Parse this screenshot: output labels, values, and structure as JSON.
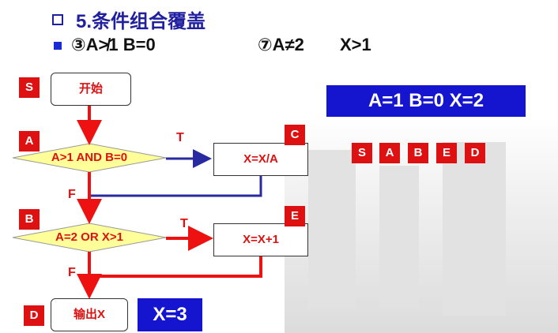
{
  "title": "5.条件组合覆盖",
  "conditions": [
    "③A≯1  B=0",
    "⑦A≠2",
    "X>1"
  ],
  "flow": {
    "start": "开始",
    "decision_a": "A>1 AND B=0",
    "process_c": "X=X/A",
    "decision_b": "A=2 OR X>1",
    "process_e": "X=X+1",
    "output": "输出X",
    "true_label": "T",
    "false_label": "F"
  },
  "tags": {
    "s": "S",
    "a": "A",
    "b": "B",
    "c": "C",
    "d": "D",
    "e": "E"
  },
  "result": "X=3",
  "input": "A=1    B=0    X=2",
  "path": [
    "S",
    "A",
    "B",
    "E",
    "D"
  ],
  "colors": {
    "title": "#1f1fa0",
    "tag": "#dd1111",
    "highlight": "#1515cf",
    "decision": "#ffff99",
    "arrow_red": "#ee1111",
    "arrow_blue": "#2a2aa0"
  }
}
